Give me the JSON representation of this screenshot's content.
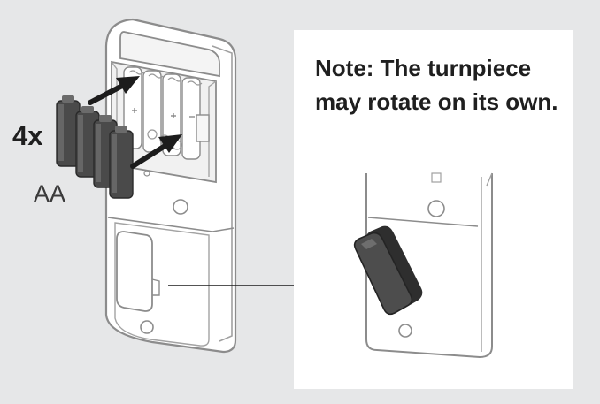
{
  "battery": {
    "quantity": "4x",
    "type": "AA"
  },
  "note": {
    "line1": "Note: The turnpiece",
    "line2": "may rotate on its own."
  },
  "colors": {
    "background": "#e6e7e8",
    "panel": "#ffffff",
    "outline": "#8f8f8f",
    "battery": "#4a4a4a",
    "arrow": "#1c1c1c",
    "turnpiece": "#4d4d4d"
  }
}
